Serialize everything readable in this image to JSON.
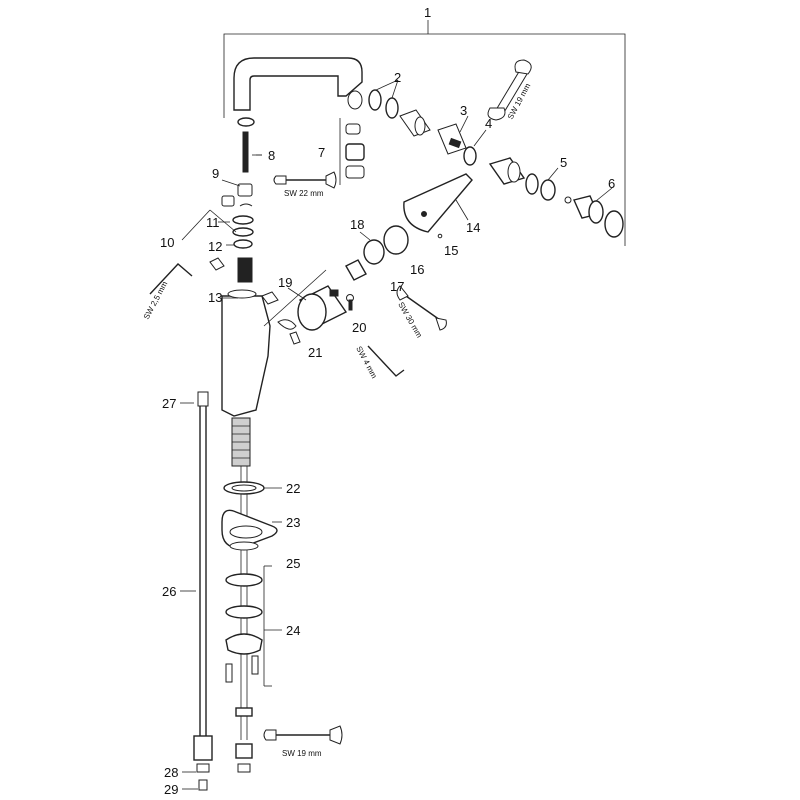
{
  "diagram": {
    "kind": "exploded parts drawing",
    "part_labels": [
      "1",
      "2",
      "3",
      "4",
      "5",
      "6",
      "7",
      "8",
      "9",
      "10",
      "11",
      "12",
      "13",
      "14",
      "15",
      "16",
      "17",
      "18",
      "19",
      "20",
      "21",
      "22",
      "23",
      "24",
      "25",
      "26",
      "27",
      "28",
      "29"
    ],
    "tool_labels": {
      "sw19_top": "SW 19 mm",
      "sw22": "SW 22 mm",
      "sw25": "SW 2,5 mm",
      "sw30": "SW 30 mm",
      "sw4": "SW 4 mm",
      "sw19_bottom": "SW 19 mm"
    }
  }
}
